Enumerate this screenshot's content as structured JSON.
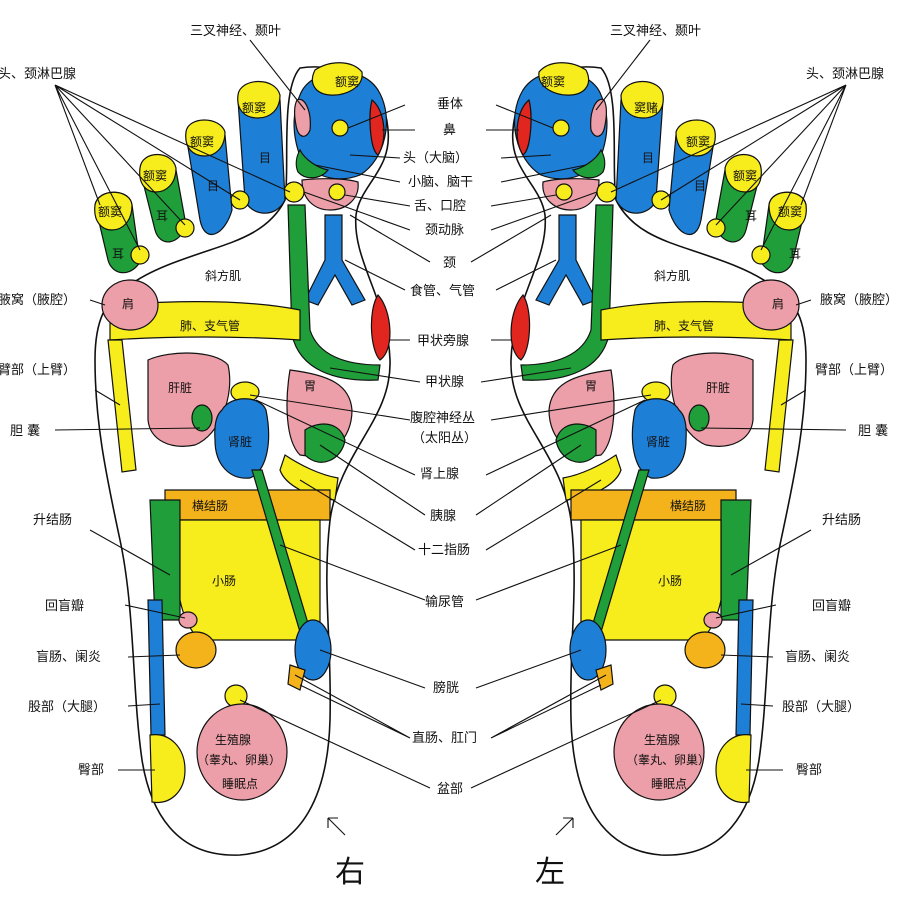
{
  "colors": {
    "blue": "#1e7fd6",
    "green": "#1f9e3a",
    "yellow": "#f7ec1c",
    "pink": "#ec9fa8",
    "red": "#e0261f",
    "orange": "#f4b31b",
    "white": "#ffffff"
  },
  "feet": {
    "right_label": "右",
    "left_label": "左"
  },
  "zones": {
    "forehead_sinus": "额窦",
    "sinus_left_big": "窦赌",
    "eye": "目",
    "ear": "耳",
    "trapezius": "斜方肌",
    "shoulder": "肩",
    "lung": "肺、支气管",
    "liver": "肝脏",
    "kidney": "肾脏",
    "stomach": "胃",
    "transverse_colon": "横结肠",
    "small_intestine": "小肠",
    "gonad": "生殖腺",
    "gonad_sub": "（睾丸、卵巢）",
    "sleep_point": "睡眠点"
  },
  "labels": {
    "trigeminal": "三叉神经、颞叶",
    "lymph": "头、颈淋巴腺",
    "pituitary": "垂体",
    "nose": "鼻",
    "head_brain": "头（大脑）",
    "cerebellum": "小脑、脑干",
    "tongue": "舌、口腔",
    "carotid": "颈动脉",
    "neck": "颈",
    "esophagus": "食管、气管",
    "parathyroid": "甲状旁腺",
    "thyroid": "甲状腺",
    "celiac": "腹腔神经丛",
    "celiac_sub": "（太阳丛）",
    "adrenal": "肾上腺",
    "pancreas": "胰腺",
    "duodenum": "十二指肠",
    "ureter": "输尿管",
    "bladder": "膀胱",
    "rectum": "直肠、肛门",
    "pelvis": "盆部",
    "armpit": "腋窝（腋腔）",
    "arm": "臂部（上臂）",
    "gallbladder": "胆 囊",
    "ascending_colon": "升结肠",
    "ileocecal": "回盲瓣",
    "cecum": "盲肠、阑炎",
    "thigh": "股部（大腿）",
    "buttock": "臀部"
  }
}
